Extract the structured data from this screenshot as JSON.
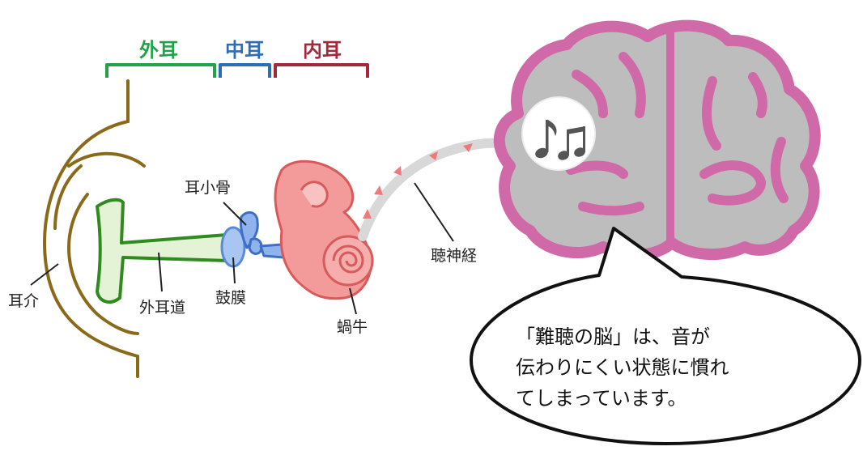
{
  "sections": {
    "outer": {
      "label": "外耳",
      "color": "#21a34a"
    },
    "middle": {
      "label": "中耳",
      "color": "#2c6db5"
    },
    "inner": {
      "label": "内耳",
      "color": "#a3283a"
    }
  },
  "labels": {
    "pinna": "耳介",
    "ear_canal": "外耳道",
    "eardrum": "鼓膜",
    "ossicles": "耳小骨",
    "cochlea": "蝸牛",
    "auditory_nerve": "聴神経"
  },
  "music_icon": "music-notes-icon",
  "speech_bubble": {
    "lines": [
      "「難聴の脳」は、音が",
      "伝わりにくい状態に慣れ",
      "てしまっています。"
    ]
  },
  "colors": {
    "pinna": "#8a6a1a",
    "canal_outline": "#2f8a20",
    "canal_fill": "#e4f2d6",
    "ossicle": "#5a8ad6",
    "cochlea": "#f39a9a",
    "brain_outline": "#d069a8",
    "brain_fill": "#bdbdbd",
    "nerve": "#d8d8d8",
    "signal_arrow": "#f07a7a"
  }
}
